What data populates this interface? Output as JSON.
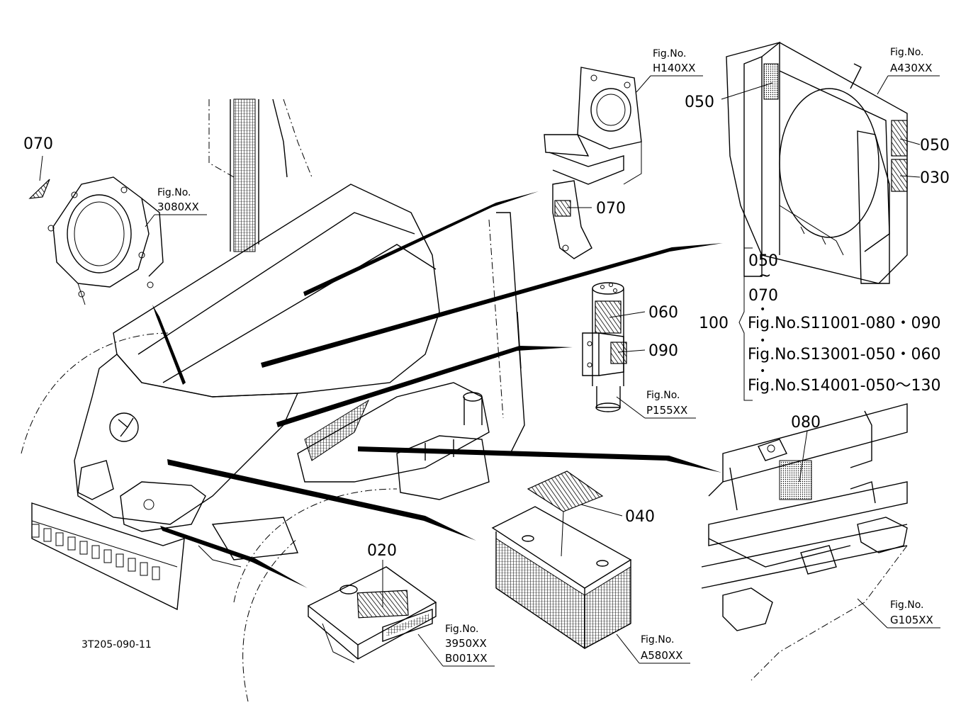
{
  "callouts": {
    "c070_left": "070",
    "c070_mid": "070",
    "c050_top_left": "050",
    "c050_right": "050",
    "c030": "030",
    "c060": "060",
    "c090": "090",
    "c080": "080",
    "c040": "040",
    "c020": "020"
  },
  "figrefs": {
    "f3080_label": "Fig.No.",
    "f3080_code": "3080XX",
    "fh140_label": "Fig.No.",
    "fh140_code": "H140XX",
    "fa430_label": "Fig.No.",
    "fa430_code": "A430XX",
    "fp155_label": "Fig.No.",
    "fp155_code": "P155XX",
    "fg105_label": "Fig.No.",
    "fg105_code": "G105XX",
    "fa580_label": "Fig.No.",
    "fa580_code": "A580XX",
    "f3950_label": "Fig.No.",
    "f3950_code": "3950XX",
    "fb001_code": "B001XX"
  },
  "bracket": {
    "range_start": "050",
    "tilde": "~",
    "range_end": "070",
    "item": "100",
    "dot": "•",
    "ref1": "Fig.No.S11001-080・090",
    "ref2": "Fig.No.S13001-050・060",
    "ref3": "Fig.No.S14001-050～130"
  },
  "drawing_id": "3T205-090-11"
}
